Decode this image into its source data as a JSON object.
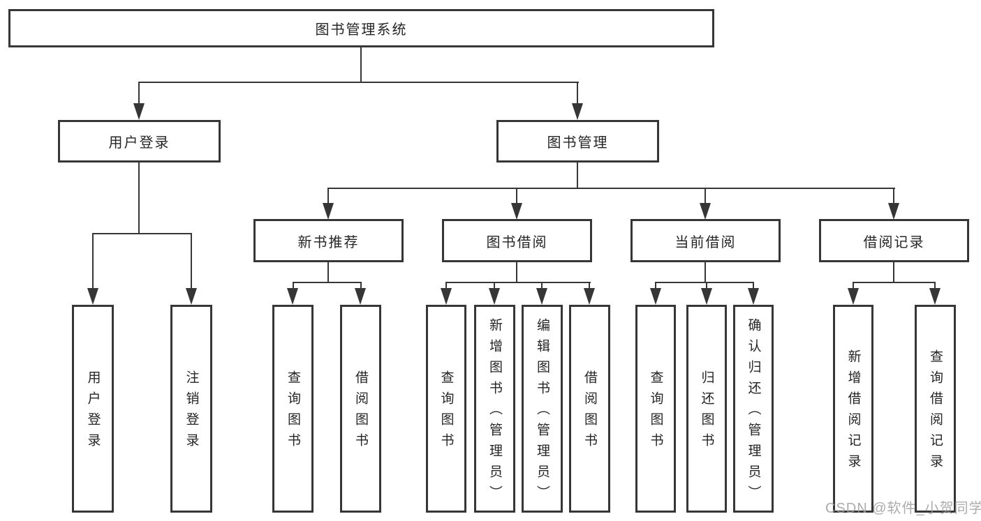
{
  "nodes": {
    "root": {
      "label": "图书管理系统"
    },
    "level2": [
      {
        "label": "用户登录"
      },
      {
        "label": "图书管理"
      }
    ],
    "level3": [
      {
        "label": "新书推荐"
      },
      {
        "label": "图书借阅"
      },
      {
        "label": "当前借阅"
      },
      {
        "label": "借阅记录"
      }
    ],
    "leaves_user_login": [
      {
        "label": "用户登录"
      },
      {
        "label": "注销登录"
      }
    ],
    "leaves_new_book": [
      {
        "label": "查询图书"
      },
      {
        "label": "借阅图书"
      }
    ],
    "leaves_book_borrow": [
      {
        "label": "查询图书"
      },
      {
        "label": "新增图书（管理员）"
      },
      {
        "label": "编辑图书（管理员）"
      },
      {
        "label": "借阅图书"
      }
    ],
    "leaves_current_borrow": [
      {
        "label": "查询图书"
      },
      {
        "label": "归还图书"
      },
      {
        "label": "确认归还（管理员）"
      }
    ],
    "leaves_borrow_record": [
      {
        "label": "新增借阅记录"
      },
      {
        "label": "查询借阅记录"
      }
    ]
  },
  "watermark": {
    "text": "CSDN @软件_小贺同学"
  },
  "colors": {
    "line": "#363636",
    "box_border": "#363636",
    "box_fill": "#ffffff",
    "text": "#252525",
    "background": "#ffffff",
    "watermark": "#9e9e9e"
  }
}
